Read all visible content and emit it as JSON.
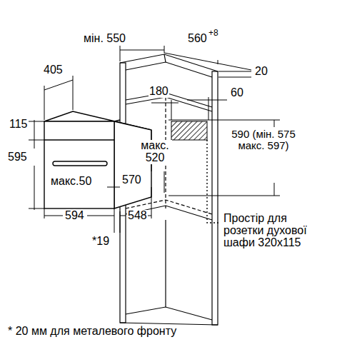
{
  "diagram": {
    "labels": [
      "мін. 550",
      "560",
      "+8",
      "20",
      "405",
      "180",
      "60",
      "115",
      "595",
      "макс. 520",
      "590 (мін. 575 макс. 597)",
      "макс.50",
      "570",
      "594",
      "548",
      "*19",
      "Простір для розетки духової шафи 320x115",
      "* 20 мм для металевого фронту"
    ]
  }
}
